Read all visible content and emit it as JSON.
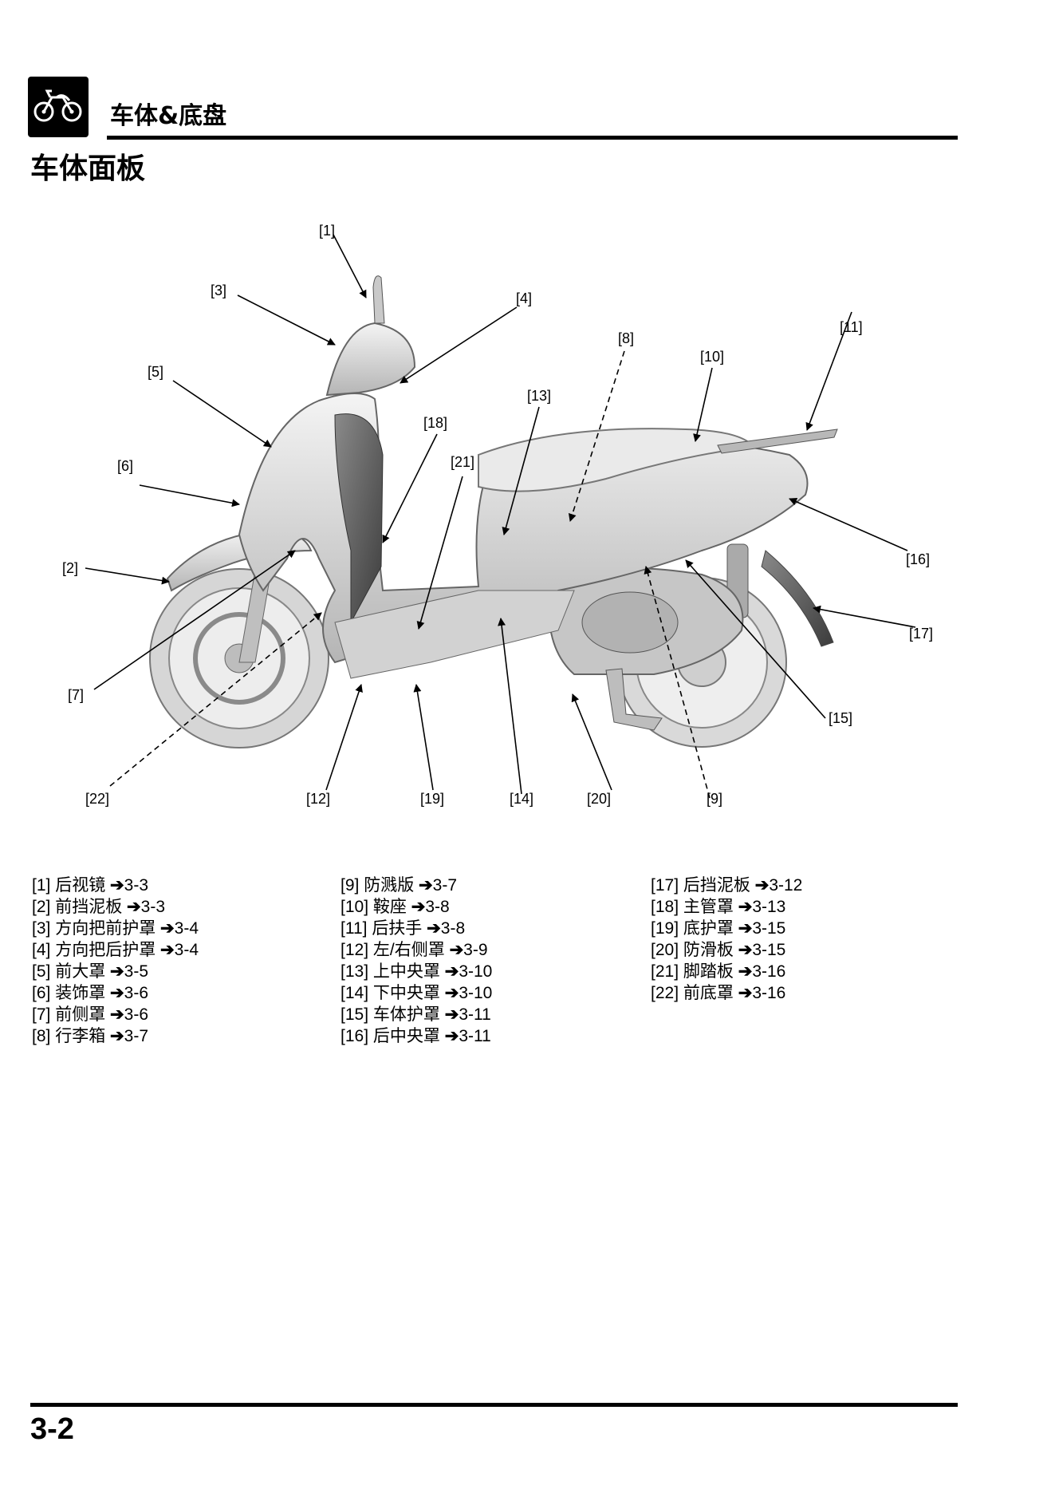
{
  "header": {
    "chapter_title": "车体&底盘",
    "page_title": "车体面板"
  },
  "diagram": {
    "labels": {
      "l1": "[1]",
      "l2": "[2]",
      "l3": "[3]",
      "l4": "[4]",
      "l5": "[5]",
      "l6": "[6]",
      "l7": "[7]",
      "l8": "[8]",
      "l9": "[9]",
      "l10": "[10]",
      "l11": "[11]",
      "l12": "[12]",
      "l13": "[13]",
      "l14": "[14]",
      "l15": "[15]",
      "l16": "[16]",
      "l17": "[17]",
      "l18": "[18]",
      "l19": "[19]",
      "l20": "[20]",
      "l21": "[21]",
      "l22": "[22]"
    }
  },
  "legend": {
    "columns": [
      [
        {
          "num": "[1]",
          "name": "后视镜",
          "page": "3-3"
        },
        {
          "num": "[2]",
          "name": "前挡泥板",
          "page": "3-3"
        },
        {
          "num": "[3]",
          "name": "方向把前护罩",
          "page": "3-4"
        },
        {
          "num": "[4]",
          "name": "方向把后护罩",
          "page": "3-4"
        },
        {
          "num": "[5]",
          "name": "前大罩",
          "page": "3-5"
        },
        {
          "num": "[6]",
          "name": "装饰罩",
          "page": "3-6"
        },
        {
          "num": "[7]",
          "name": "前侧罩",
          "page": "3-6"
        },
        {
          "num": "[8]",
          "name": "行李箱",
          "page": "3-7"
        }
      ],
      [
        {
          "num": "[9]",
          "name": "防溅版",
          "page": "3-7"
        },
        {
          "num": "[10]",
          "name": "鞍座",
          "page": "3-8"
        },
        {
          "num": "[11]",
          "name": "后扶手",
          "page": "3-8"
        },
        {
          "num": "[12]",
          "name": "左/右侧罩",
          "page": "3-9"
        },
        {
          "num": "[13]",
          "name": "上中央罩",
          "page": "3-10"
        },
        {
          "num": "[14]",
          "name": "下中央罩",
          "page": "3-10"
        },
        {
          "num": "[15]",
          "name": "车体护罩",
          "page": "3-11"
        },
        {
          "num": "[16]",
          "name": "后中央罩",
          "page": "3-11"
        }
      ],
      [
        {
          "num": "[17]",
          "name": "后挡泥板",
          "page": "3-12"
        },
        {
          "num": "[18]",
          "name": "主管罩",
          "page": "3-13"
        },
        {
          "num": "[19]",
          "name": "底护罩",
          "page": "3-15"
        },
        {
          "num": "[20]",
          "name": "防滑板",
          "page": "3-15"
        },
        {
          "num": "[21]",
          "name": "脚踏板",
          "page": "3-16"
        },
        {
          "num": "[22]",
          "name": "前底罩",
          "page": "3-16"
        }
      ]
    ],
    "arrow_glyph": "➔"
  },
  "footer": {
    "page_number": "3-2"
  }
}
